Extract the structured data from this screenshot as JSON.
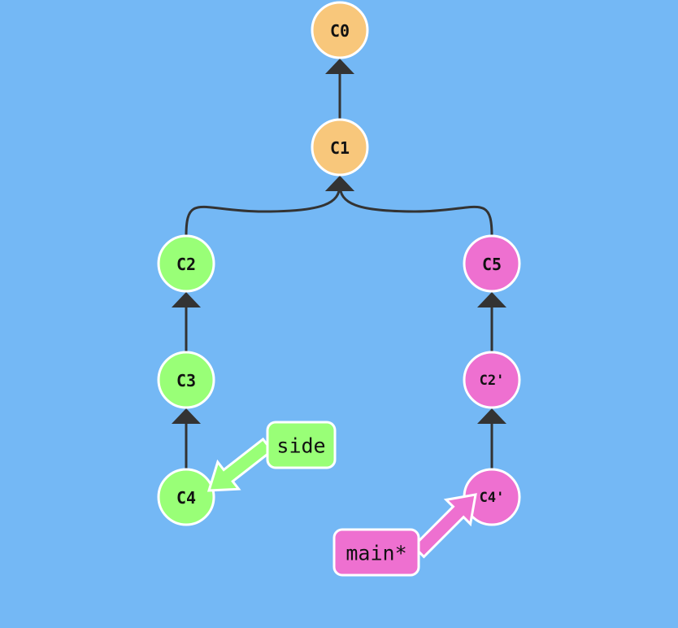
{
  "colors": {
    "background": "#74b8f5",
    "main_trunk": "#f8c77b",
    "side_branch": "#99ff77",
    "main_branch": "#ee70d0",
    "edge": "#333333",
    "stroke": "#ffffff"
  },
  "commits": [
    {
      "id": "C0",
      "label": "C0",
      "color": "main_trunk",
      "parent": null
    },
    {
      "id": "C1",
      "label": "C1",
      "color": "main_trunk",
      "parent": "C0"
    },
    {
      "id": "C2",
      "label": "C2",
      "color": "side_branch",
      "parent": "C1"
    },
    {
      "id": "C3",
      "label": "C3",
      "color": "side_branch",
      "parent": "C2"
    },
    {
      "id": "C4",
      "label": "C4",
      "color": "side_branch",
      "parent": "C3"
    },
    {
      "id": "C5",
      "label": "C5",
      "color": "main_branch",
      "parent": "C1"
    },
    {
      "id": "C2p",
      "label": "C2'",
      "color": "main_branch",
      "parent": "C5"
    },
    {
      "id": "C4p",
      "label": "C4'",
      "color": "main_branch",
      "parent": "C2p"
    }
  ],
  "branches": [
    {
      "id": "side",
      "label": "side",
      "target": "C4",
      "color": "side_branch"
    },
    {
      "id": "main",
      "label": "main*",
      "target": "C4p",
      "color": "main_branch"
    }
  ]
}
